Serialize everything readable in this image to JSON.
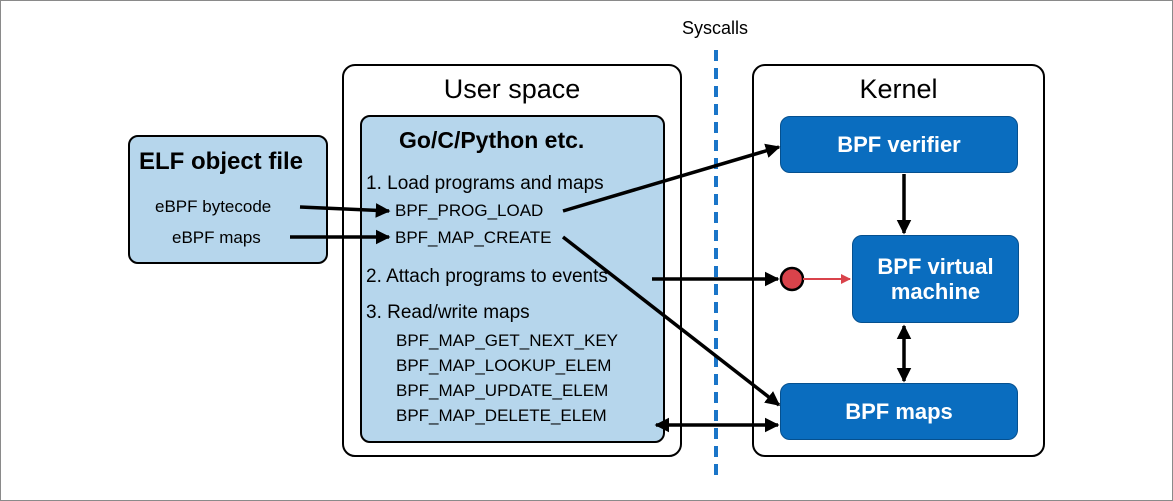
{
  "syscalls_label": "Syscalls",
  "user_space": {
    "title": "User space",
    "app": {
      "title": "Go/C/Python etc.",
      "step1": "1. Load programs and maps",
      "step1_calls": [
        "BPF_PROG_LOAD",
        "BPF_MAP_CREATE"
      ],
      "step2": "2. Attach programs to events",
      "step3": "3. Read/write maps",
      "step3_calls": [
        "BPF_MAP_GET_NEXT_KEY",
        "BPF_MAP_LOOKUP_ELEM",
        "BPF_MAP_UPDATE_ELEM",
        "BPF_MAP_DELETE_ELEM"
      ]
    }
  },
  "elf": {
    "title": "ELF object file",
    "items": [
      "eBPF bytecode",
      "eBPF maps"
    ]
  },
  "kernel": {
    "title": "Kernel",
    "verifier": "BPF verifier",
    "vm_line1": "BPF virtual",
    "vm_line2": "machine",
    "maps": "BPF maps"
  },
  "colors": {
    "light_box": "#b6d6ec",
    "kernel_box": "#0a6dbf",
    "syscall_line": "#1a75c8",
    "event_dot": "#d9434b",
    "event_arrow": "#d9434b"
  }
}
